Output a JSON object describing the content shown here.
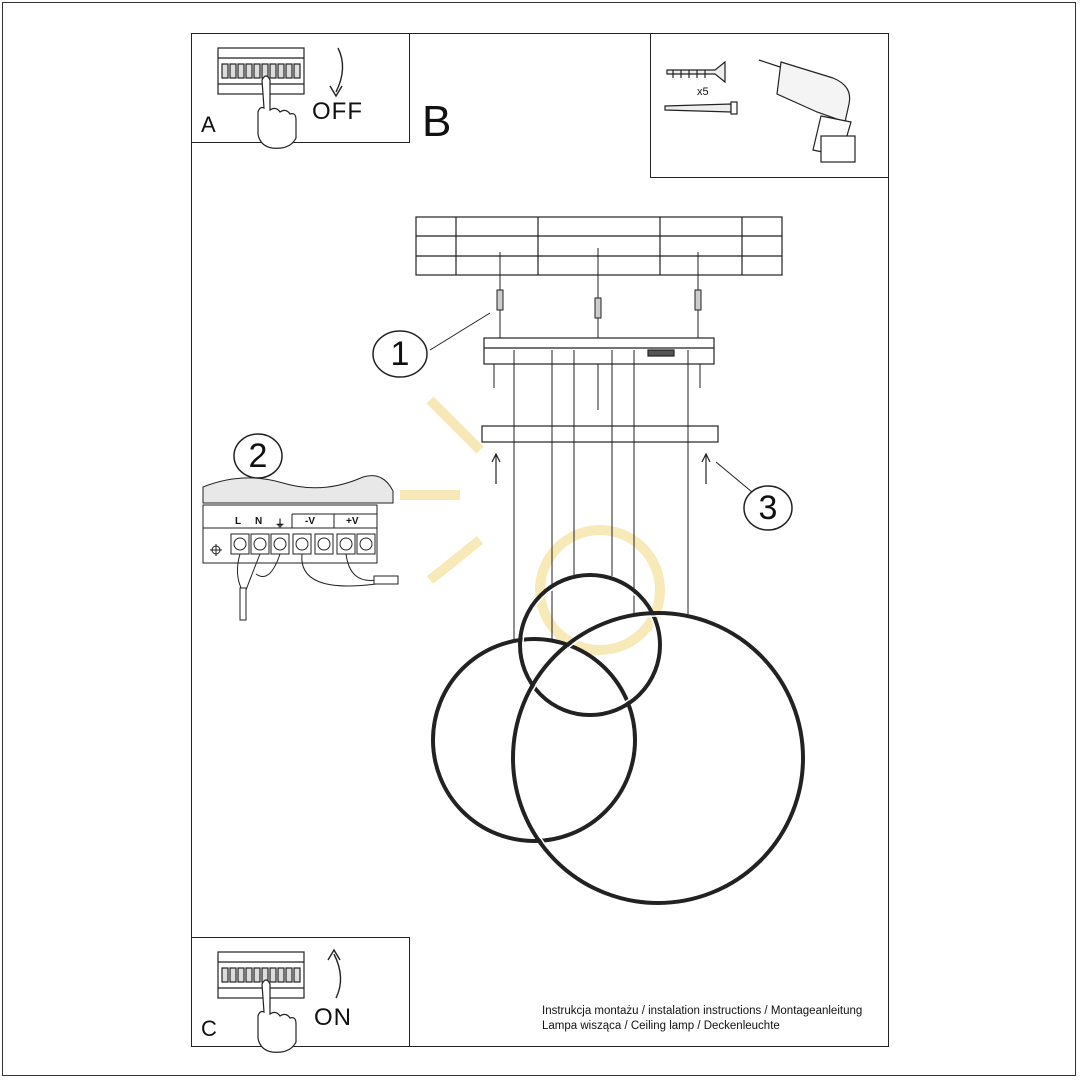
{
  "panels": {
    "a": {
      "letter": "A",
      "state": "OFF"
    },
    "b": {
      "letter": "B",
      "quantity": "x5"
    },
    "c": {
      "letter": "C",
      "state": "ON"
    }
  },
  "callouts": [
    "1",
    "2",
    "3"
  ],
  "terminal_labels": [
    "L",
    "N",
    "⏚",
    "-V",
    "+V"
  ],
  "footer": {
    "line1": "Instrukcja montażu / instalation instructions / Montageanleitung",
    "line2": "Lampa wisząca / Ceiling lamp / Deckenleuchte"
  },
  "colors": {
    "ink": "#222222",
    "watermark": "#f6e7b0"
  }
}
